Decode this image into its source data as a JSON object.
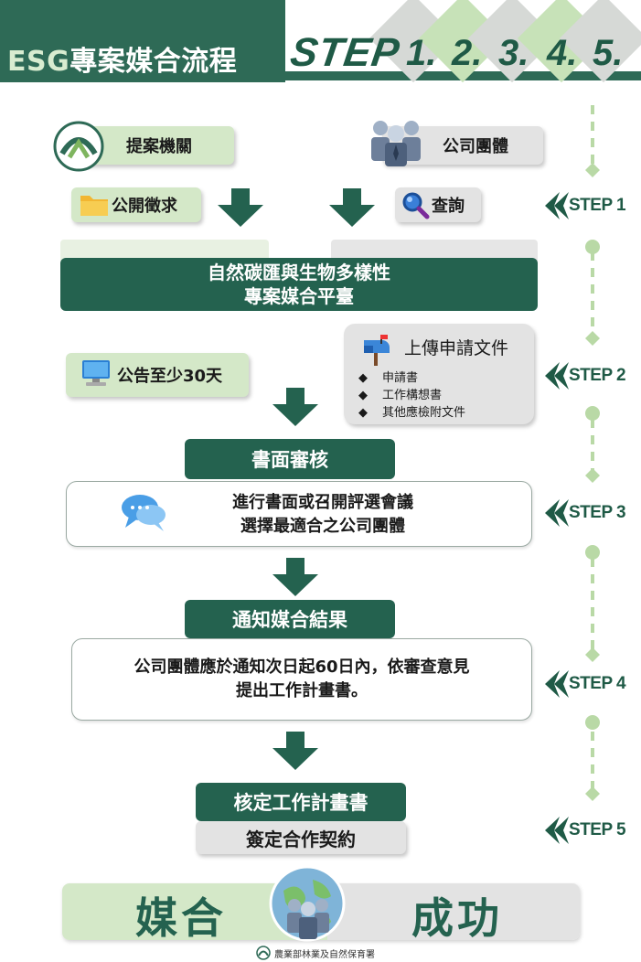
{
  "header": {
    "title_prefix": "ESG",
    "title_rest": "專案媒合流程",
    "step_word": "STEP",
    "step_numbers": [
      "1.",
      "2.",
      "3.",
      "4.",
      "5."
    ]
  },
  "row1": {
    "agency_label": "提案機關",
    "company_label": "公司團體"
  },
  "row2": {
    "solicit_label": "公開徵求",
    "query_label": "查詢"
  },
  "platform": {
    "line1": "自然碳匯與生物多樣性",
    "line2": "專案媒合平臺"
  },
  "announce": {
    "label": "公告至少30天"
  },
  "upload": {
    "title": "上傳申請文件",
    "items": [
      "申請書",
      "工作構想書",
      "其他應檢附文件"
    ]
  },
  "review": {
    "title": "書面審核",
    "line1": "進行書面或召開評選會議",
    "line2": "選擇最適合之公司團體"
  },
  "notify": {
    "title": "通知媒合結果",
    "line1": "公司團體應於通知次日起60日內，依審查意見",
    "line2": "提出工作計畫書。"
  },
  "approve": {
    "title": "核定工作計畫書",
    "contract": "簽定合作契約"
  },
  "success": {
    "left": "媒合",
    "right": "成功"
  },
  "side_steps": [
    "STEP 1",
    "STEP 2",
    "STEP 3",
    "STEP 4",
    "STEP 5"
  ],
  "footer": {
    "org": "農業部林業及自然保育署"
  },
  "colors": {
    "dark_green": "#24624f",
    "light_green": "#d4e8c8",
    "gray": "#e3e3e3",
    "accent_green": "#c7e2b8"
  }
}
